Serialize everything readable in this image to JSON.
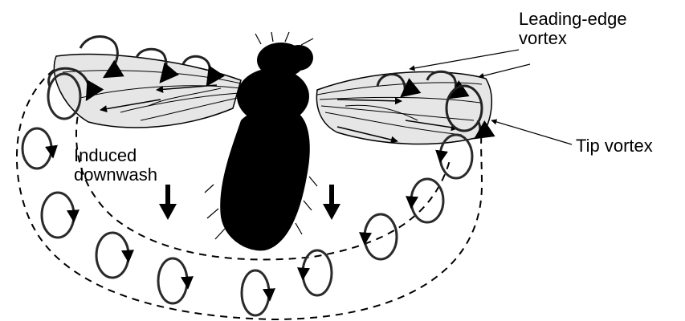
{
  "figure": {
    "labels": {
      "leading_edge_vortex": [
        "Leading-edge",
        "vortex"
      ],
      "tip_vortex": "Tip vortex",
      "induced_downwash": [
        "Induced",
        "downwash"
      ]
    },
    "colors": {
      "ink": "#000000",
      "wing_fill": "#e6e6e6",
      "vortex_ring": "#2a2a2a"
    }
  }
}
